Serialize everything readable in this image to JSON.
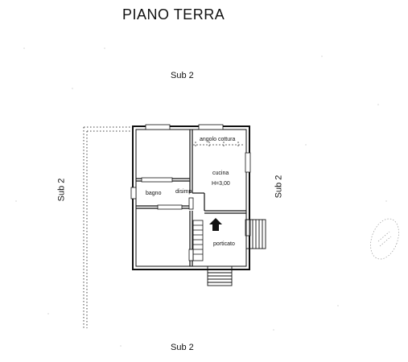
{
  "title": "PIANO TERRA",
  "neighbors": {
    "top": "Sub 2",
    "bottom": "Sub 2",
    "left": "Sub 2",
    "right": "Sub 2"
  },
  "rooms": {
    "angolo_cottura": "angolo cottura",
    "cucina": "cucina",
    "height": "H=3,00",
    "bagno": "bagno",
    "disimp": "disimp.",
    "porticato": "porticato"
  }
}
